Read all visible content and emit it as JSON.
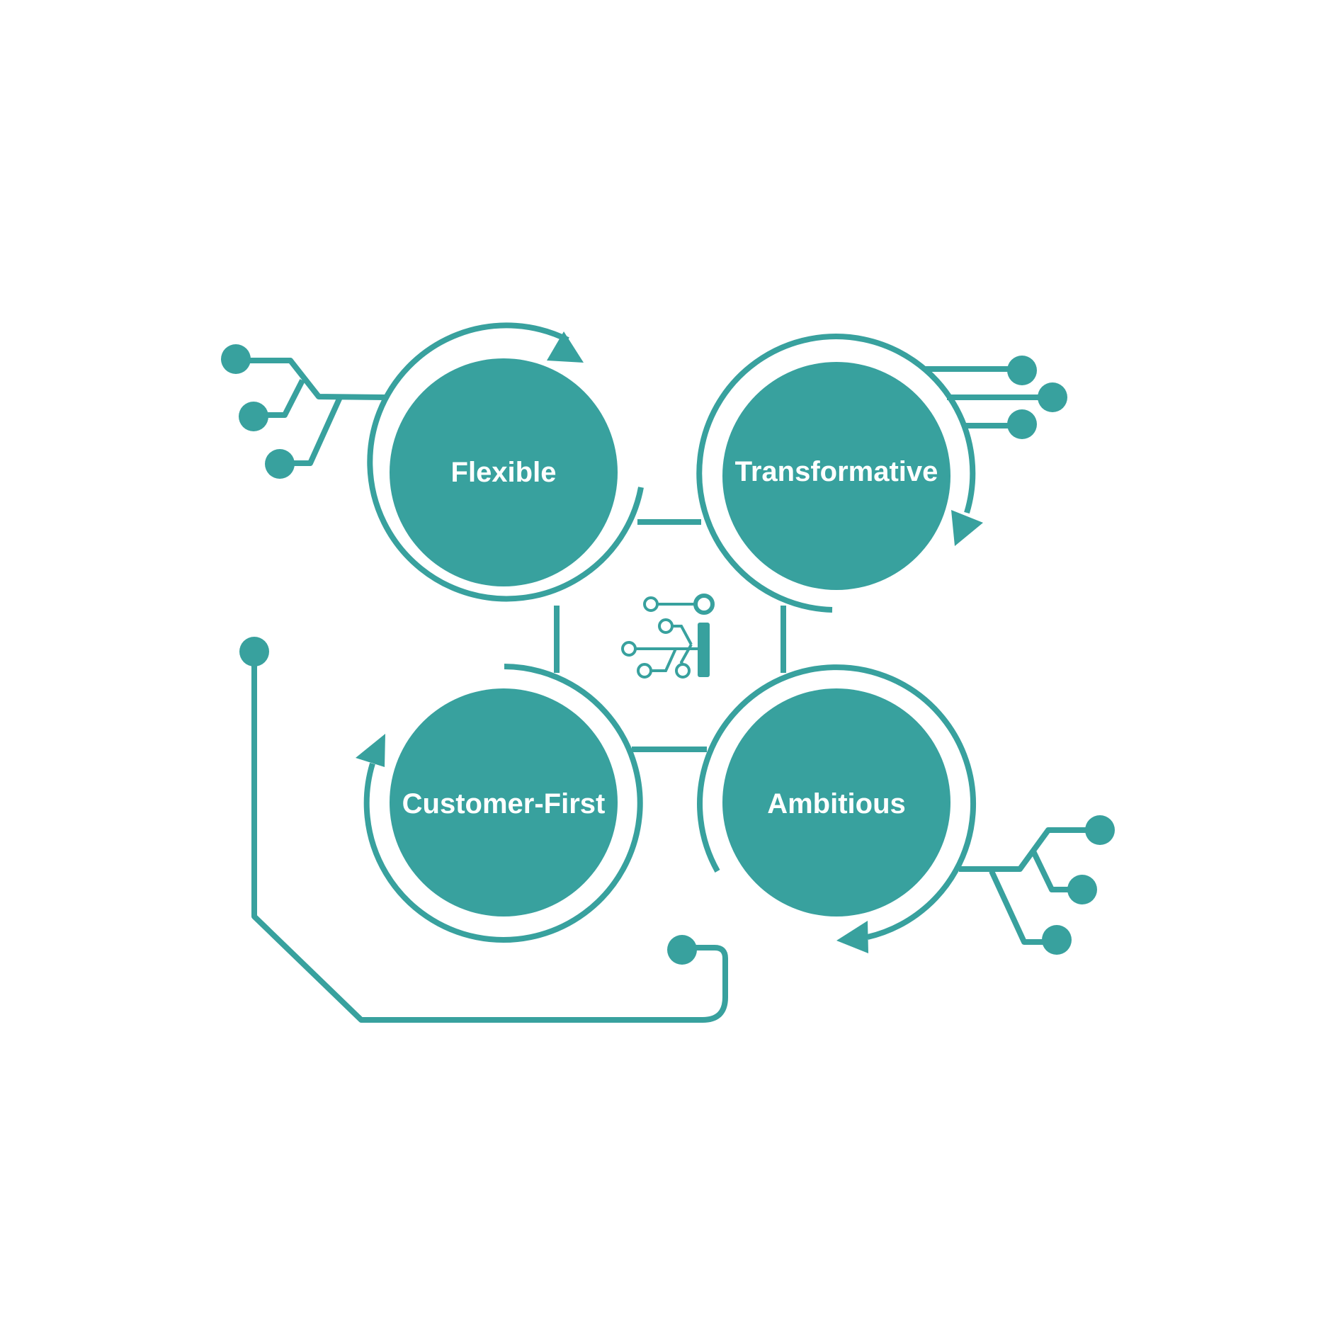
{
  "colors": {
    "accent": "#38a19e",
    "background": "#ffffff",
    "label_text": "#ffffff"
  },
  "nodes": [
    {
      "id": "flexible",
      "label": "Flexible"
    },
    {
      "id": "transformative",
      "label": "Transformative"
    },
    {
      "id": "customer-first",
      "label": "Customer-First"
    },
    {
      "id": "ambitious",
      "label": "Ambitious"
    }
  ],
  "center_icon": "circuit-chip-icon"
}
